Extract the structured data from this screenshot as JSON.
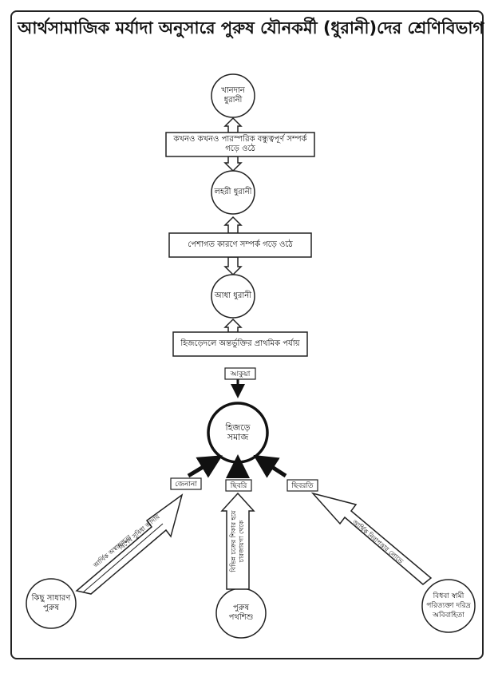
{
  "title": "আর্থসামাজিক মর্যাদা অনুসারে পুরুষ যৌনকর্মী (ধুরানী)দের শ্রেণিবিভাগ",
  "nodes": {
    "khandan": "খানদান ধুরানী",
    "lohori": "লহরী ধুরানী",
    "adho": "আধা ধুরানী",
    "hijra": "হিজড়ে সমাজ",
    "kichhu": "কিছু সাধারণ পুরুষ",
    "purush": "পুরুষ পথশিশু",
    "bidhoba": "বিধবা স্বামী পরিত্যক্তা দরিদ্র অবিবাহিতা"
  },
  "boxes": {
    "b1": "কখনও কখনও পারস্পরিক বন্ধুত্বপূর্ণ সম্পর্ক গড়ে ওঠে",
    "b2": "পেশাগত কারণে সম্পর্ক গড়ে ওঠে",
    "b3": "হিজড়েদলে অন্তর্ভুক্তির প্রাথমিক পর্যায়"
  },
  "tags": {
    "akua": "আকুয়া",
    "jenana": "জেনানা",
    "chhibri": "ছিবরি",
    "chhibrati": "ছিবরতি"
  },
  "arrows": {
    "left_a": "আর্থিক অস্বচ্ছলতা",
    "left_b": "বিশেষ সুবিধা আদায়",
    "center": "বিভিন্ন চক্রের শিকার হয়ে চারজায়গা থেকে",
    "right": "আর্থিক নিরাপত্তার লোভে"
  }
}
